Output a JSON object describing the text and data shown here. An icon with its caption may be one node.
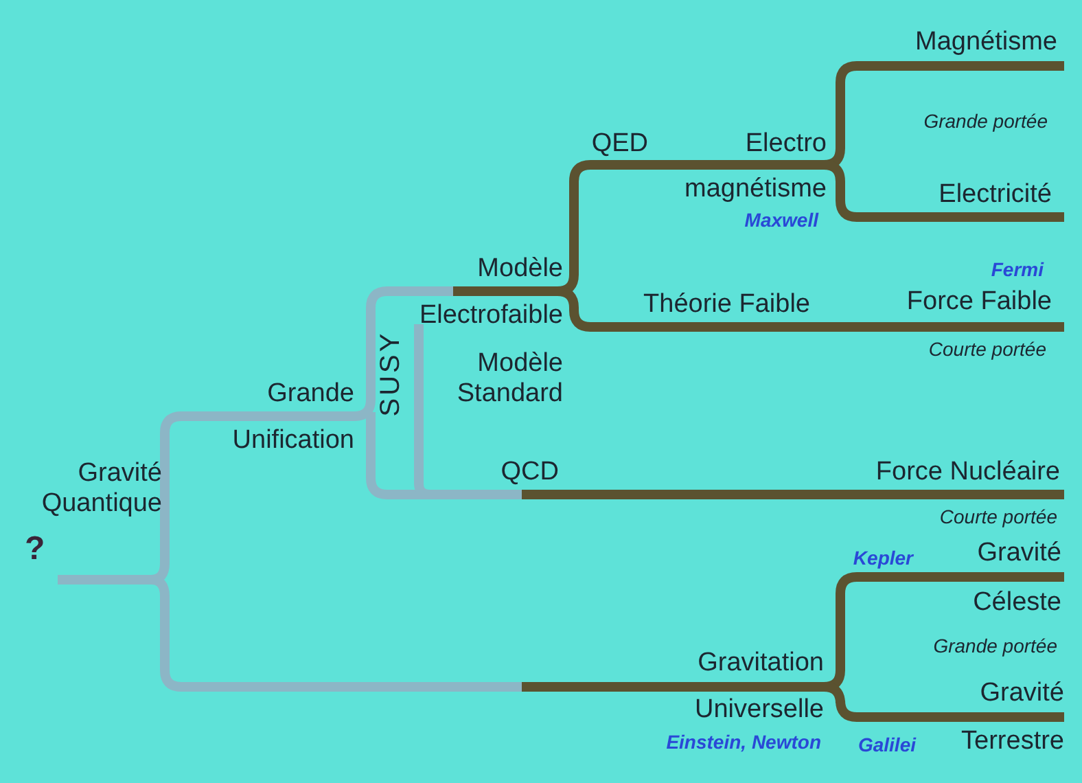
{
  "diagram": {
    "labels": [
      "Magnétisme",
      "QED",
      "Electro",
      "Grande portée",
      "magnétisme",
      "Electricité",
      "Maxwell",
      "Modèle",
      "Fermi",
      "Electrofaible",
      "Théorie Faible",
      "Force Faible",
      "Courte portée",
      "Modèle Standard",
      "SUSY",
      "Grande",
      "Force Nucléaire",
      "Unification",
      "QCD",
      "Courte portée",
      "Gravité Quantique",
      "?",
      "Kepler",
      "Gravité",
      "Céleste",
      "Gravitation",
      "Grande portée",
      "Universelle",
      "Gravité",
      "Einstein, Newton",
      "Galilei",
      "Terrestre"
    ]
  }
}
